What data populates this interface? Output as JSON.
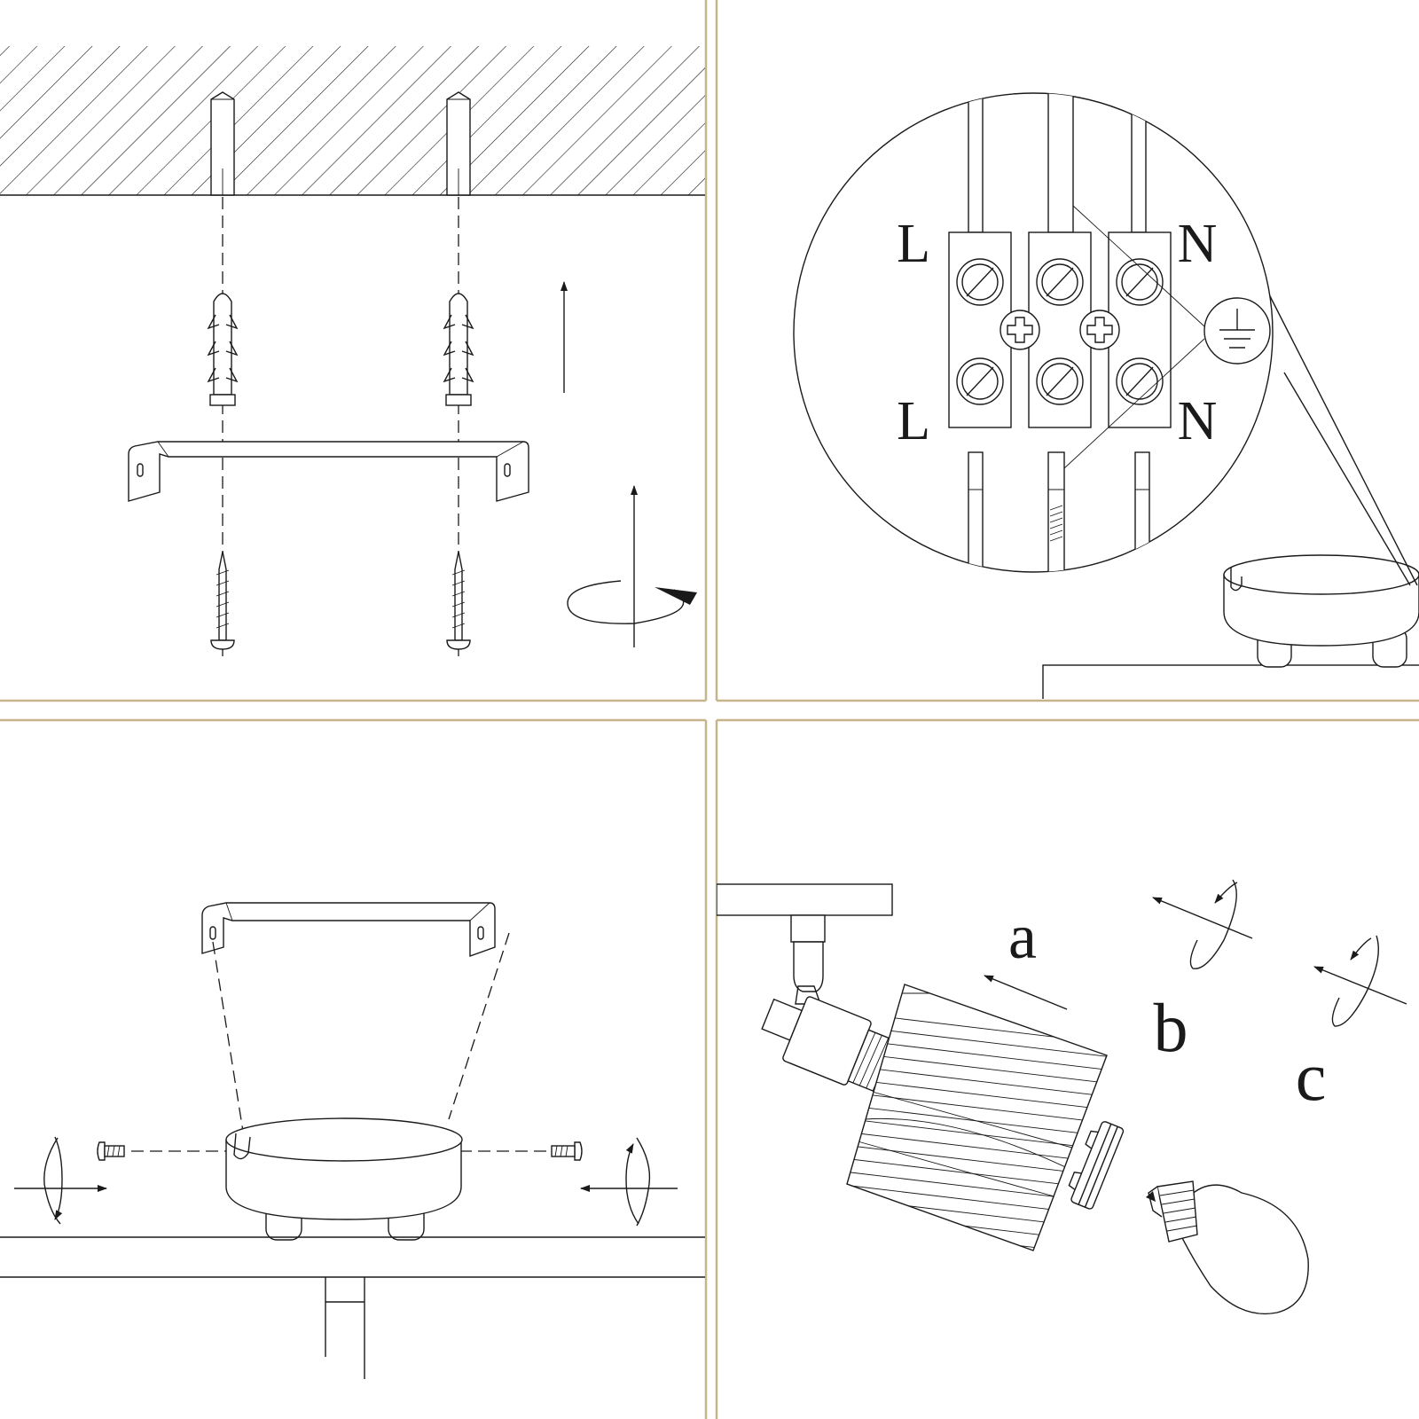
{
  "colors": {
    "frame": "#c8b48c",
    "line": "#1a1a1a",
    "background": "#ffffff"
  },
  "panel_2": {
    "terminal_labels": {
      "top_left": "L",
      "bottom_left": "L",
      "top_right": "N",
      "bottom_right": "N"
    },
    "earth_symbol": "earth-ground-icon"
  },
  "panel_4": {
    "step_labels": {
      "a": "a",
      "b": "b",
      "c": "c"
    }
  }
}
